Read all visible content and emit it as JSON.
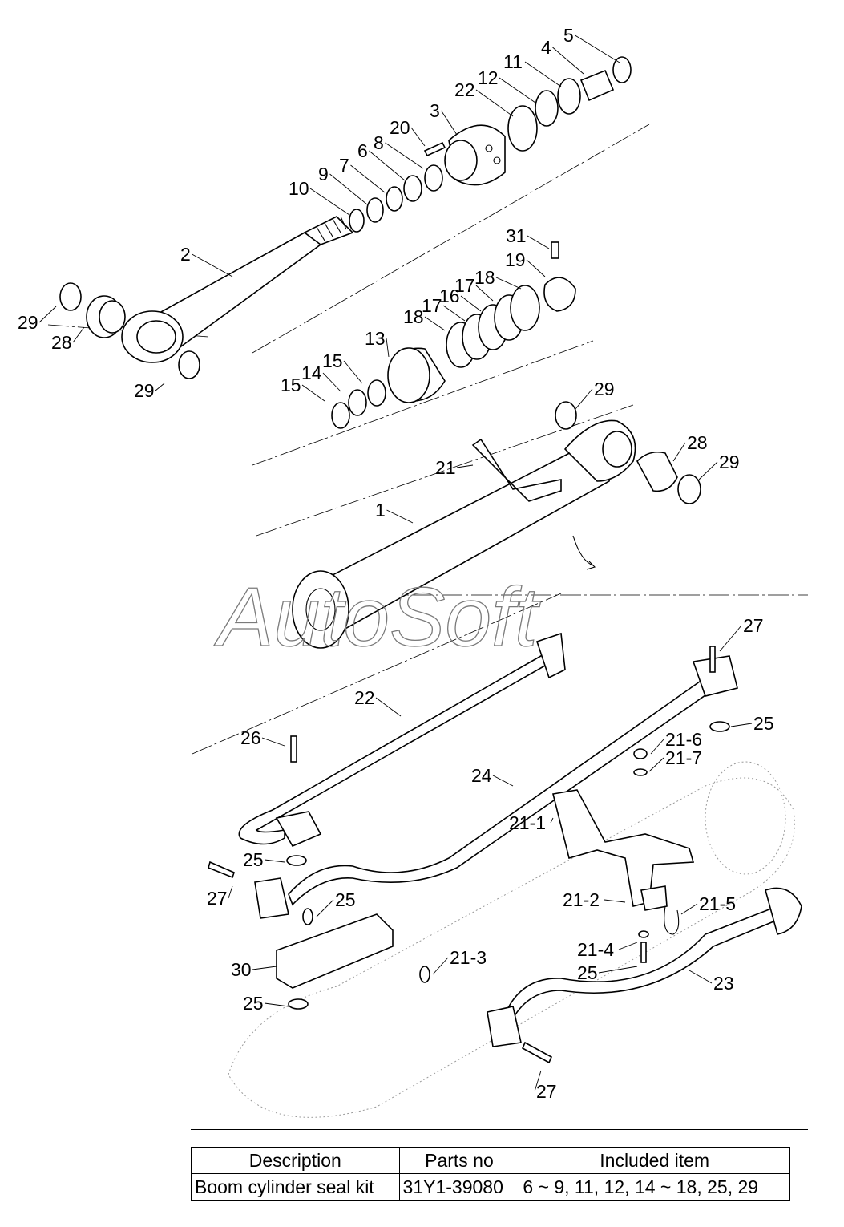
{
  "watermark": "AutoSoft",
  "callouts": [
    "5",
    "4",
    "11",
    "12",
    "22",
    "3",
    "20",
    "8",
    "6",
    "7",
    "9",
    "10",
    "2",
    "29",
    "28",
    "29",
    "31",
    "19",
    "18",
    "17",
    "16",
    "17",
    "18",
    "13",
    "15",
    "14",
    "15",
    "29",
    "21",
    "28",
    "29",
    "1",
    "27",
    "22",
    "25",
    "26",
    "21-6",
    "21-7",
    "24",
    "21-1",
    "25",
    "27",
    "25",
    "21-2",
    "21-5",
    "21-4",
    "21-3",
    "25",
    "30",
    "25",
    "23",
    "27"
  ],
  "table": {
    "headers": [
      "Description",
      "Parts no",
      "Included item"
    ],
    "rows": [
      [
        "Boom cylinder seal kit",
        "31Y1-39080",
        "6 ~ 9, 11, 12, 14 ~ 18, 25, 29"
      ]
    ]
  }
}
